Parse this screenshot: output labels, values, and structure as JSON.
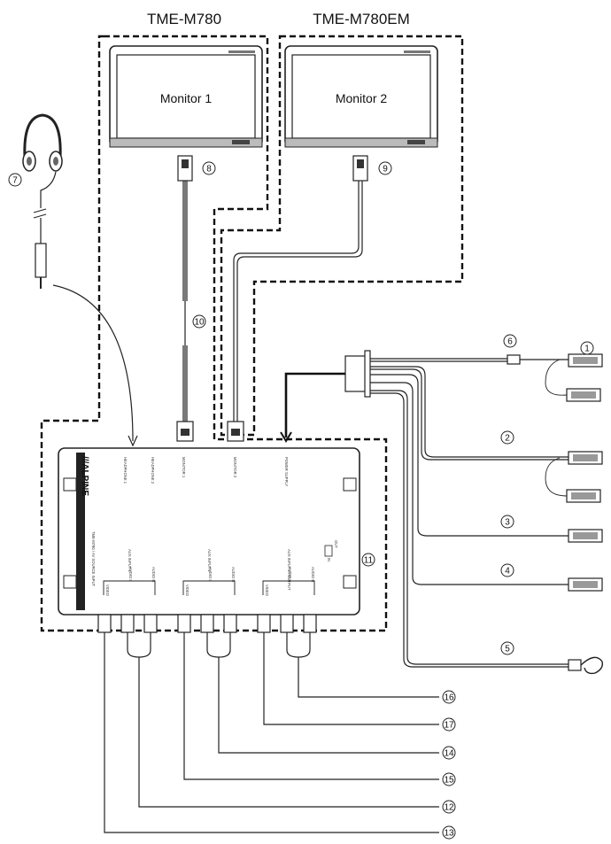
{
  "models": {
    "left": "TME-M780",
    "right": "TME-M780EM"
  },
  "monitors": [
    "Monitor 1",
    "Monitor 2"
  ],
  "callouts": {
    "n1": "1",
    "n2": "2",
    "n3": "3",
    "n4": "4",
    "n5": "5",
    "n6": "6",
    "n7": "7",
    "n8": "8",
    "n9": "9",
    "n10": "10",
    "n11": "11",
    "n12": "12",
    "n13": "13",
    "n14": "14",
    "n15": "15",
    "n16": "16",
    "n17": "17"
  },
  "unit": {
    "brand": "///ALPINE",
    "model_side": "TME-M780 / AV SOURCE INPUT",
    "top_labels": [
      "HEADPHONE 1",
      "HEADPHONE 2",
      "MONITOR 1",
      "MONITOR 2",
      "POWER SUPPLY"
    ],
    "group_labels": [
      "AUX INPUT 1",
      "AUX INPUT 2",
      "AUX INPUT 3 / OUTPUT"
    ],
    "jack_labels": [
      "VIDEO",
      "AUDIO L",
      "AUDIO R"
    ],
    "switch_labels": [
      "OUT",
      "IN"
    ]
  },
  "colors": {
    "line": "#222222",
    "background": "#ffffff"
  }
}
